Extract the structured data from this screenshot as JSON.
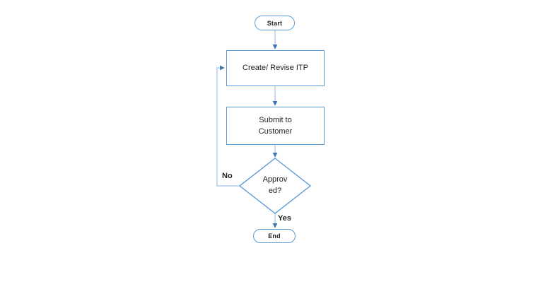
{
  "flowchart": {
    "nodes": {
      "start": {
        "type": "terminator",
        "label": "Start"
      },
      "create_revise": {
        "type": "process",
        "label": "Create/ Revise ITP"
      },
      "submit": {
        "type": "process",
        "line1": "Submit to",
        "line2": "Customer"
      },
      "decision": {
        "type": "decision",
        "line1": "Approv",
        "line2": "ed?"
      },
      "end": {
        "type": "terminator",
        "label": "End"
      }
    },
    "edge_labels": {
      "no": "No",
      "yes": "Yes"
    },
    "colors": {
      "shape_border": "#5B9BD5",
      "shape_fill": "#FFFFFF",
      "connector_line": "#AFCBE8",
      "arrowhead": "#3F76B4",
      "text": "#1F1F1F",
      "background": "#FFFFFF"
    }
  }
}
